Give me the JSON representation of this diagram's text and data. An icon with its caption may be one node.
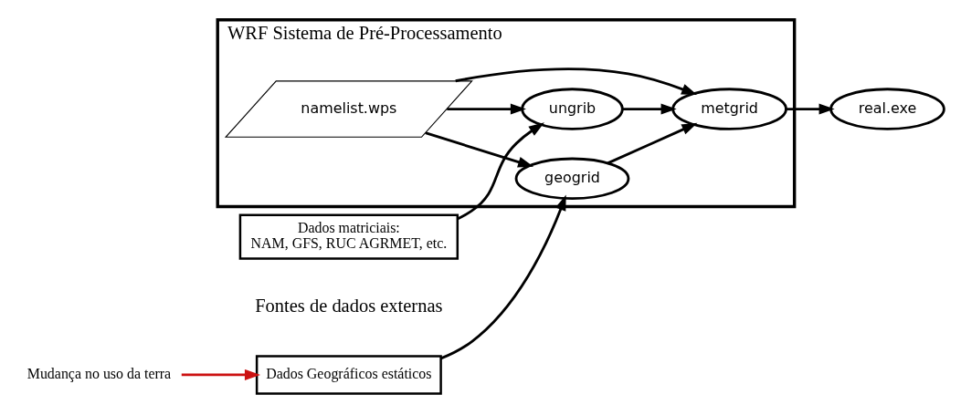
{
  "diagram": {
    "nodes": [
      {
        "text": [
          "Dados Geográficos estáticos"
        ]
      },
      {
        "text": [
          "WRF Sistema de Pré-Processamento"
        ]
      },
      {
        "text": [
          "geogrid"
        ],
        "in": 1
      },
      {
        "text": [
          "namelist.wps"
        ],
        "in": 1
      },
      {
        "text": [
          "metgrid"
        ],
        "in": 1
      },
      {
        "text": [
          "ungrib"
        ],
        "in": 1
      },
      {
        "text": [
          "real.exe"
        ]
      },
      {
        "text": [
          "Dados matriciais: NAM, GFS, RUC AGRMET, etc."
        ]
      },
      {
        "text": [
          "Mudança no uso da terra"
        ]
      }
    ],
    "edges": [
      {
        "from": 0,
        "to": 2,
        "arrow": "to"
      },
      {
        "from": 2,
        "to": 4,
        "arrow": "to"
      },
      {
        "from": 3,
        "to": 2,
        "arrow": "to"
      },
      {
        "from": 3,
        "to": 4,
        "arrow": "to"
      },
      {
        "from": 3,
        "to": 5,
        "arrow": "to"
      },
      {
        "from": 7,
        "to": 5,
        "arrow": "to"
      },
      {
        "from": 5,
        "to": 4,
        "arrow": "to"
      },
      {
        "from": 4,
        "to": 6,
        "arrow": "to"
      },
      {
        "from": 8,
        "to": 0,
        "arrow": "to",
        "color": "#cc1111"
      }
    ],
    "labels": [
      "Fontes de dados externas"
    ]
  }
}
